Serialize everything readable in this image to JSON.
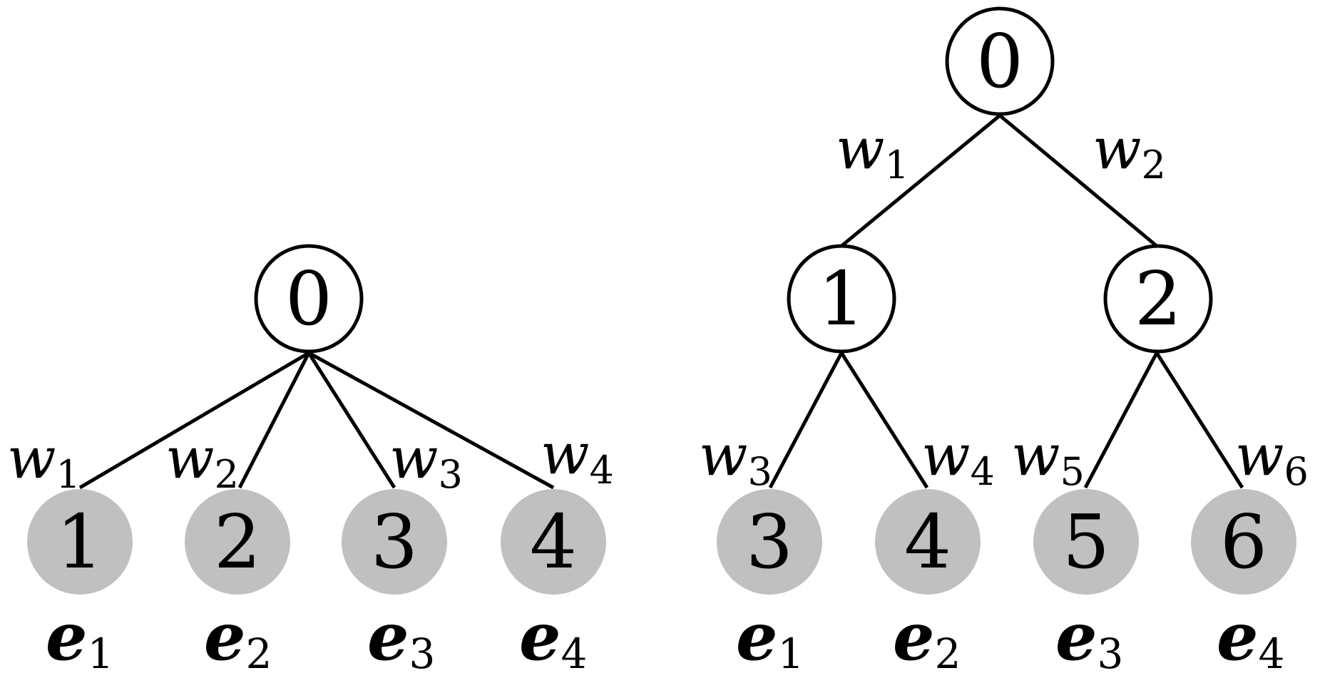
{
  "colors": {
    "leaf_fill": "#c0c0c0",
    "line": "#000000"
  },
  "left_tree": {
    "root": {
      "label": "0"
    },
    "leaves": [
      {
        "label": "1",
        "weight": {
          "main": "w",
          "sub": "1"
        },
        "entity": {
          "main": "e",
          "sub": "1"
        }
      },
      {
        "label": "2",
        "weight": {
          "main": "w",
          "sub": "2"
        },
        "entity": {
          "main": "e",
          "sub": "2"
        }
      },
      {
        "label": "3",
        "weight": {
          "main": "w",
          "sub": "3"
        },
        "entity": {
          "main": "e",
          "sub": "3"
        }
      },
      {
        "label": "4",
        "weight": {
          "main": "w",
          "sub": "4"
        },
        "entity": {
          "main": "e",
          "sub": "4"
        }
      }
    ]
  },
  "right_tree": {
    "root": {
      "label": "0"
    },
    "internal": [
      {
        "label": "1",
        "weight": {
          "main": "w",
          "sub": "1"
        }
      },
      {
        "label": "2",
        "weight": {
          "main": "w",
          "sub": "2"
        }
      }
    ],
    "leaves": [
      {
        "label": "3",
        "weight": {
          "main": "w",
          "sub": "3"
        },
        "entity": {
          "main": "e",
          "sub": "1"
        }
      },
      {
        "label": "4",
        "weight": {
          "main": "w",
          "sub": "4"
        },
        "entity": {
          "main": "e",
          "sub": "2"
        }
      },
      {
        "label": "5",
        "weight": {
          "main": "w",
          "sub": "5"
        },
        "entity": {
          "main": "e",
          "sub": "3"
        }
      },
      {
        "label": "6",
        "weight": {
          "main": "w",
          "sub": "6"
        },
        "entity": {
          "main": "e",
          "sub": "4"
        }
      }
    ]
  }
}
